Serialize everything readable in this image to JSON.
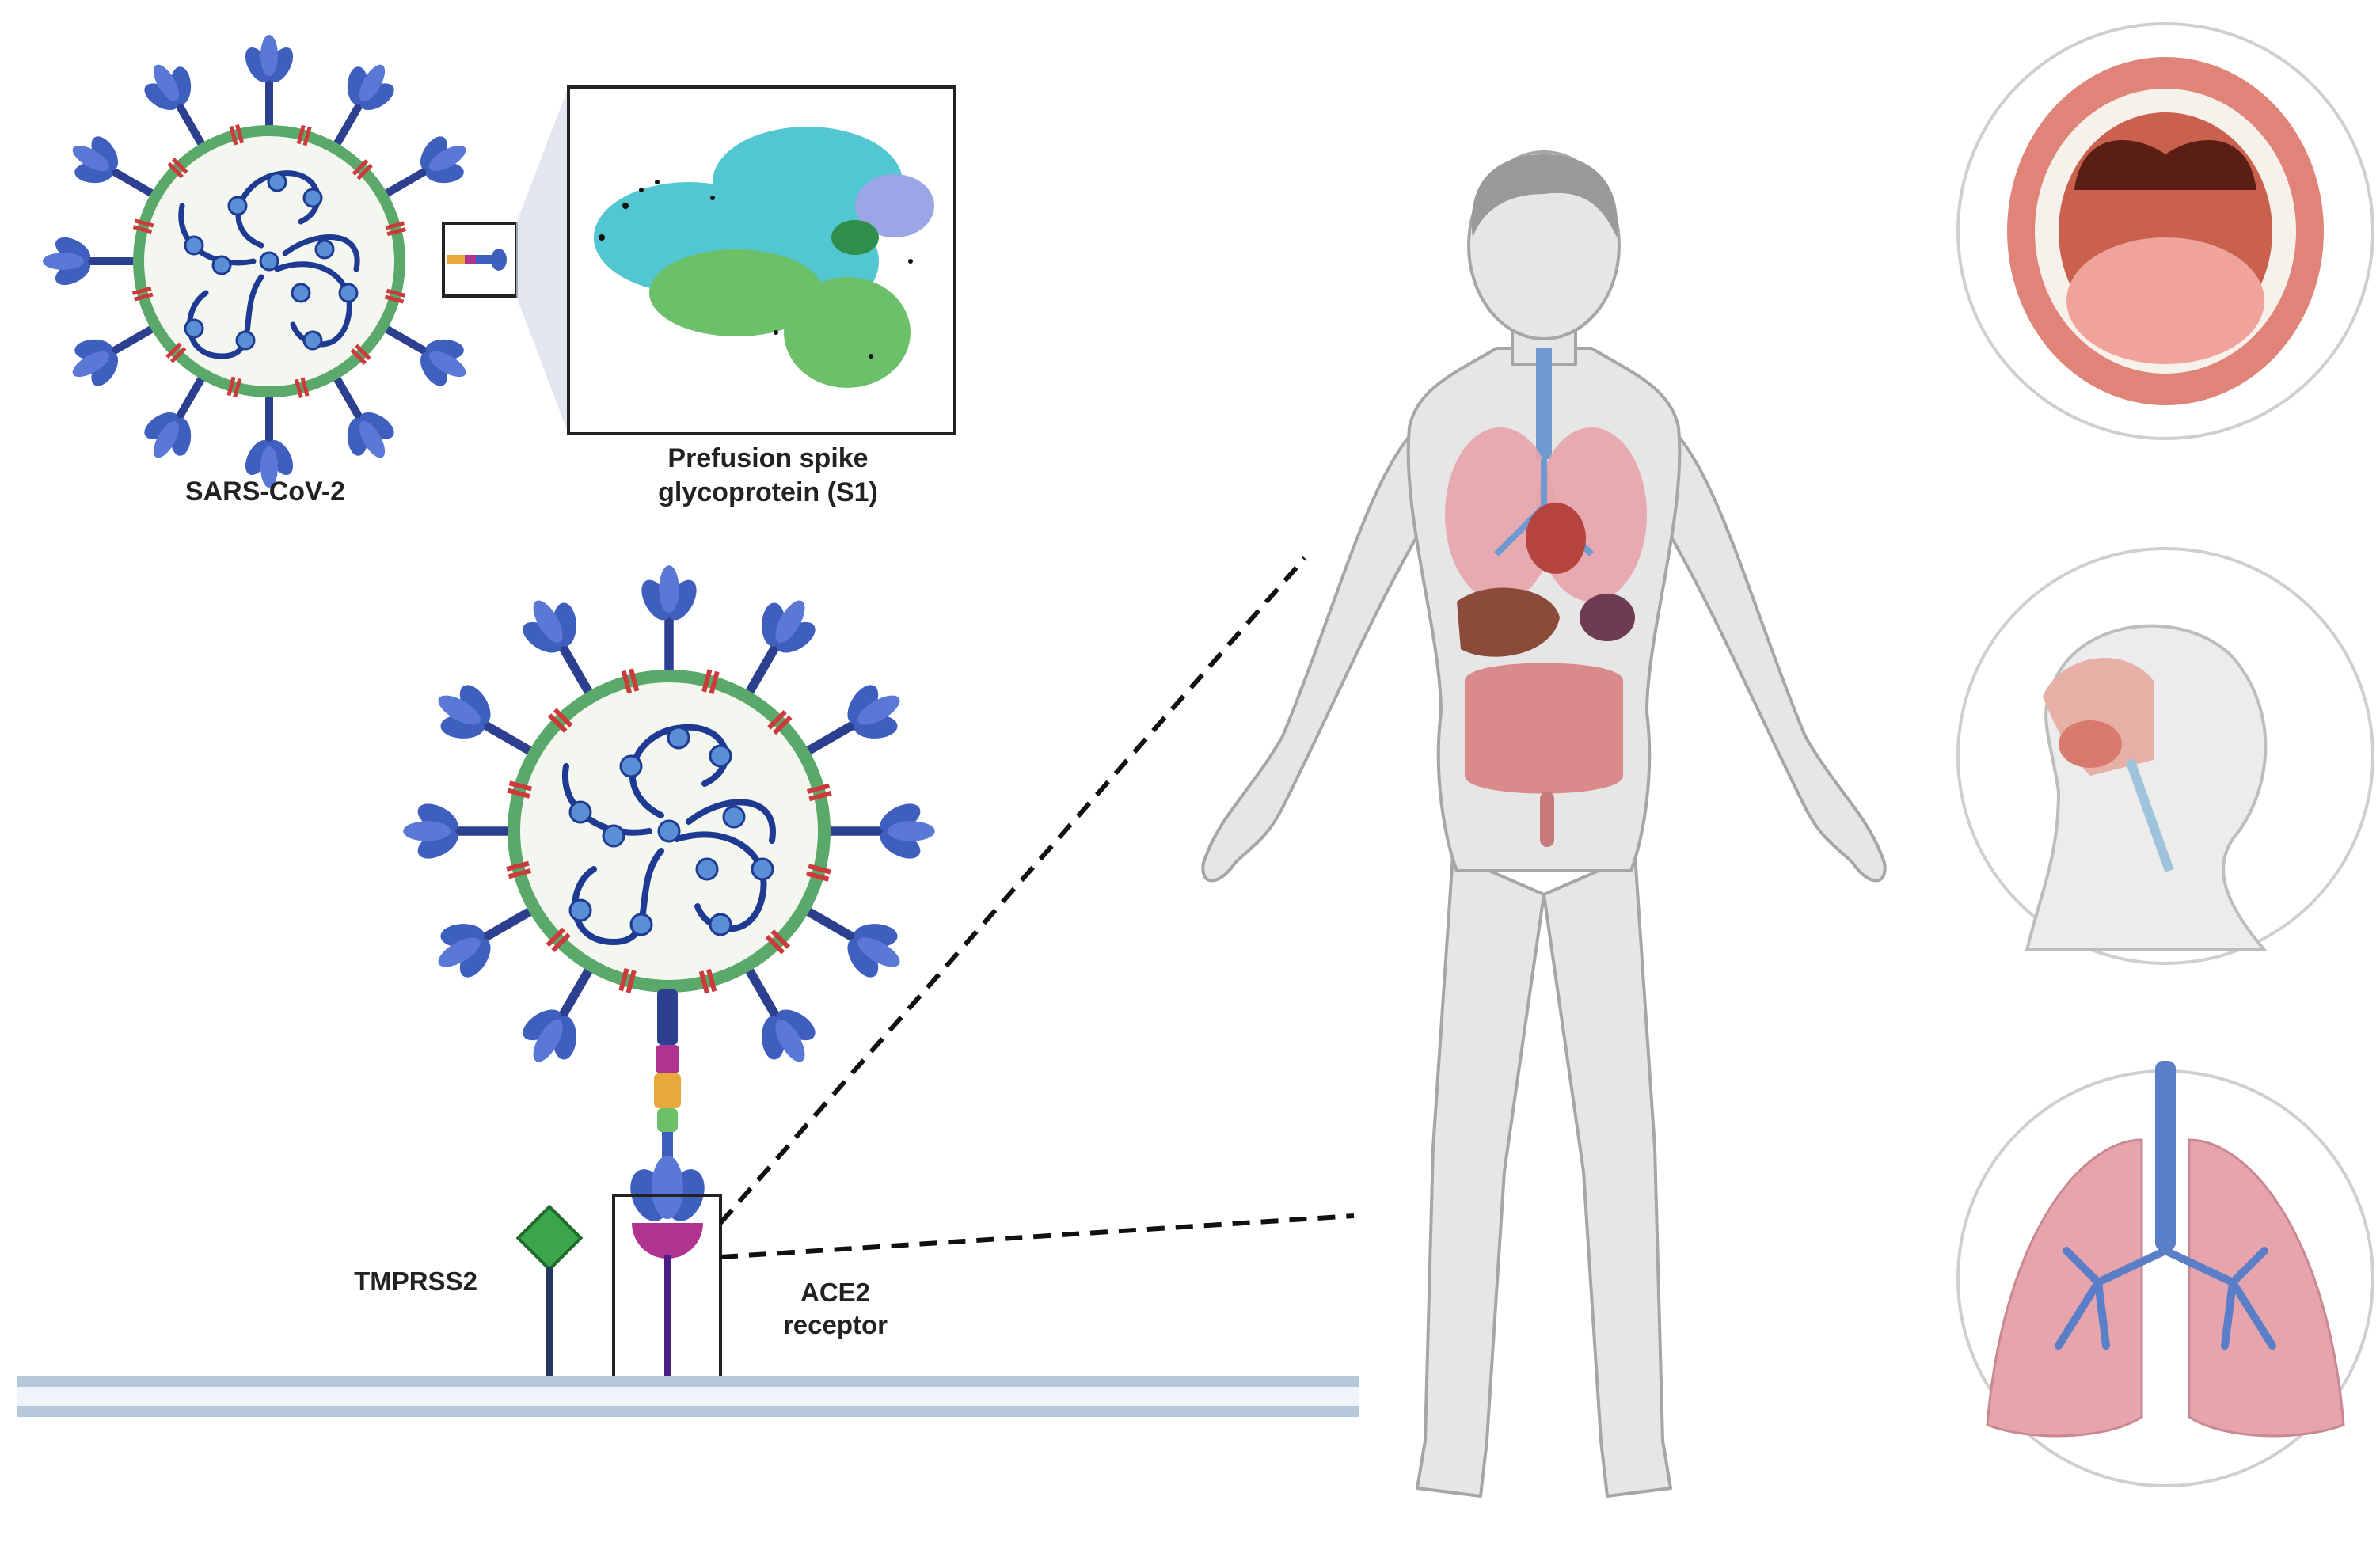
{
  "labels": {
    "virus_top": "SARS-CoV-2",
    "spike": "Prefusion spike\nglycoprotein (S1)",
    "tmprss2": "TMPRSS2",
    "ace2": "ACE2\nreceptor"
  },
  "colors": {
    "envelope": "#5aa96a",
    "spike": "#3f5fbf",
    "rna": "#1f3a93",
    "nucleocapsid": "#5a8fd6",
    "membrane_protein": "#cc3b3b",
    "ace2_cup": "#b0338f",
    "tmprss2": "#3aa54a",
    "membrane": "#b5c8d9",
    "body": "#e6e6e6",
    "lung": "#e5a3aa",
    "protein_cyan": "#52c7d1",
    "protein_green": "#6cc06a"
  },
  "insets": {
    "inset_1": "mouth-throat-icon",
    "inset_2": "nasal-cavity-icon",
    "inset_3": "lungs-icon"
  }
}
